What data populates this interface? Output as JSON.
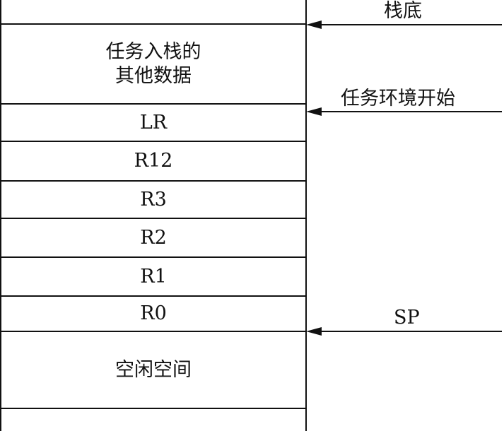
{
  "stack": {
    "cells": [
      {
        "label": "任务入栈的\n其他数据"
      },
      {
        "label": "LR"
      },
      {
        "label": "R12"
      },
      {
        "label": "R3"
      },
      {
        "label": "R2"
      },
      {
        "label": "R1"
      },
      {
        "label": "R0"
      },
      {
        "label": "空闲空间"
      },
      {
        "label": ""
      }
    ]
  },
  "pointers": {
    "stack_bottom": {
      "label": "栈底"
    },
    "task_context_start": {
      "label": "任务环境开始"
    },
    "sp": {
      "label": "SP"
    }
  }
}
